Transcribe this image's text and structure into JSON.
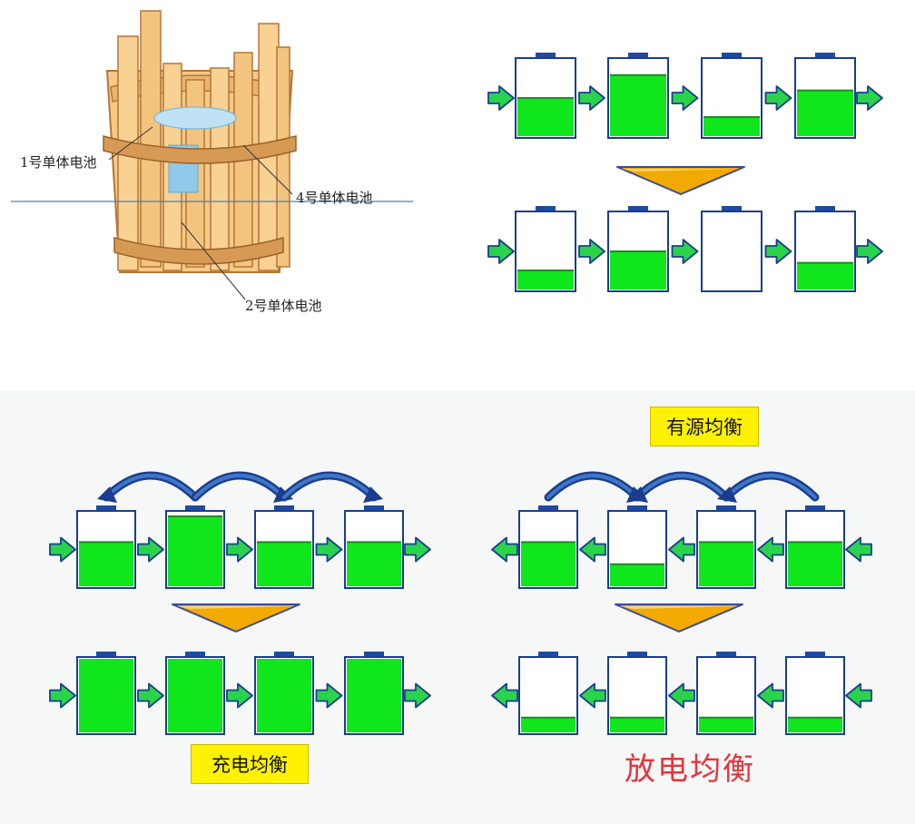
{
  "colors": {
    "green": "#10e61c",
    "dark_green": "#1f8a25",
    "blue": "#1a3d8f",
    "cap": "#1e4aa0",
    "arrow_fill": "#29d44a",
    "big_arrow": "#f2a900",
    "big_arrow_edge": "#3c4a9c"
  },
  "barrel": {
    "label_1": "1号单体电池",
    "label_2": "2号单体电池",
    "label_4": "4号单体电池"
  },
  "panels": [
    {
      "id": "top-right",
      "flow": "right",
      "before": [
        0.5,
        0.8,
        0.25,
        0.6
      ],
      "after": [
        0.25,
        0.5,
        0.0,
        0.35
      ],
      "curved_arrows": []
    },
    {
      "id": "charge",
      "flow": "right",
      "before": [
        0.6,
        0.95,
        0.6,
        0.6
      ],
      "after": [
        1.0,
        1.0,
        1.0,
        1.0
      ],
      "curved_arrows": [
        [
          1,
          0
        ],
        [
          1,
          2
        ],
        [
          2,
          3
        ]
      ]
    },
    {
      "id": "discharge",
      "flow": "left",
      "before": [
        0.6,
        0.3,
        0.6,
        0.6
      ],
      "after": [
        0.2,
        0.2,
        0.2,
        0.2
      ],
      "curved_arrows": [
        [
          0,
          1
        ],
        [
          2,
          1
        ],
        [
          3,
          2
        ]
      ]
    }
  ],
  "labels": {
    "active_balance": "有源均衡",
    "charge_balance": "充电均衡",
    "discharge_balance": "放电均衡"
  }
}
